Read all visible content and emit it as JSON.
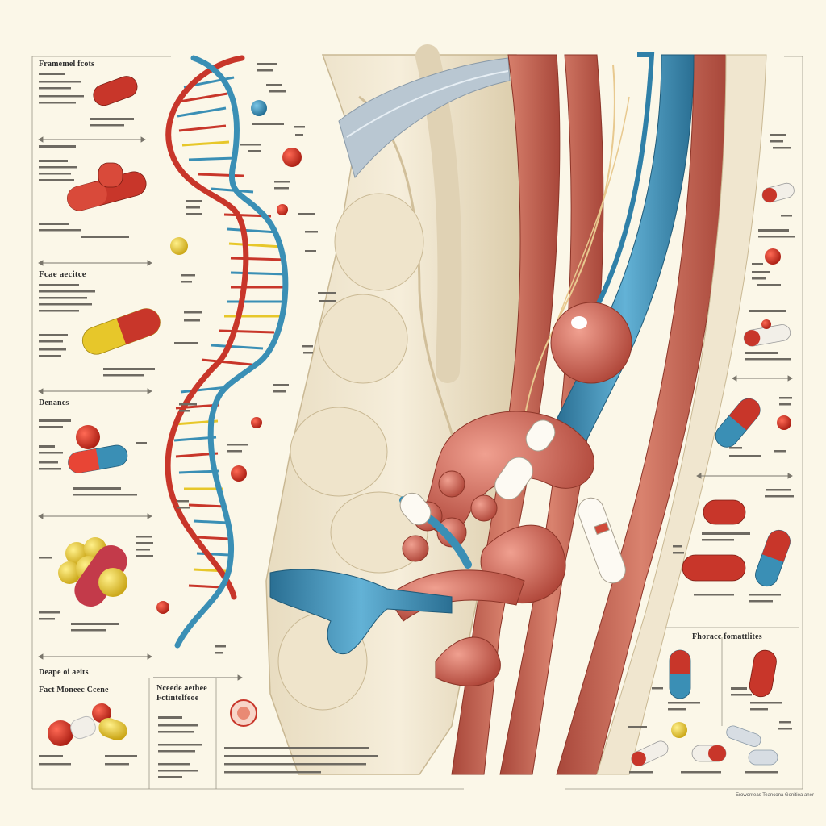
{
  "colors": {
    "background": "#fbf7e8",
    "muscle_red": "#c25a48",
    "vessel_blue": "#3a8fb5",
    "bone_cream": "#ecdfc4",
    "capsule_red": "#c8362a",
    "capsule_yellow": "#e7c72a",
    "text_dark": "#2b2b2b"
  },
  "headings": {
    "top_left": "Framemel fcots",
    "left_middle": "Fcae aecitce",
    "left_lower": "Denancs",
    "bottom_left": "Deape oi aeits",
    "bottom_left_box": "Fact Moneec Ccene",
    "bottom_center_box": "Nceede aetbee Fctintelfeoe",
    "right_lower": "Fhoracc fomattlites"
  },
  "footnote": "Erowonteas Teancona Gonitioa aner",
  "icons": [
    "dna-double-helix",
    "anatomy-muscle-illustration",
    "capsule-pill-icon",
    "molecule-ball-icon",
    "cell-cross-section-icon",
    "dimension-arrow-icon"
  ]
}
